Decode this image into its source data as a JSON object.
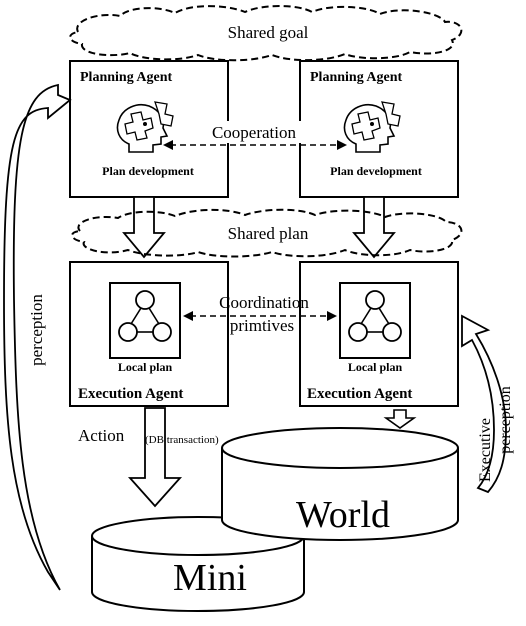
{
  "shared_goal": "Shared goal",
  "shared_plan": "Shared plan",
  "planning_agent_left": {
    "title": "Planning Agent",
    "caption": "Plan development",
    "icon": "puzzle-head-icon"
  },
  "planning_agent_right": {
    "title": "Planning Agent",
    "caption": "Plan development",
    "icon": "puzzle-head-icon"
  },
  "cooperation": "Cooperation",
  "coordination_line1": "Coordination",
  "coordination_line2": "primtives",
  "execution_agent_left": {
    "title": "Execution Agent",
    "caption": "Local plan",
    "icon": "plan-tree-icon"
  },
  "execution_agent_right": {
    "title": "Execution Agent",
    "caption": "Local plan",
    "icon": "plan-tree-icon"
  },
  "action": "Action",
  "db_transaction": "(DB transaction)",
  "perception": "perception",
  "executive_line1": "Executive",
  "executive_line2": "perception",
  "world": "World",
  "mini": "Mini"
}
